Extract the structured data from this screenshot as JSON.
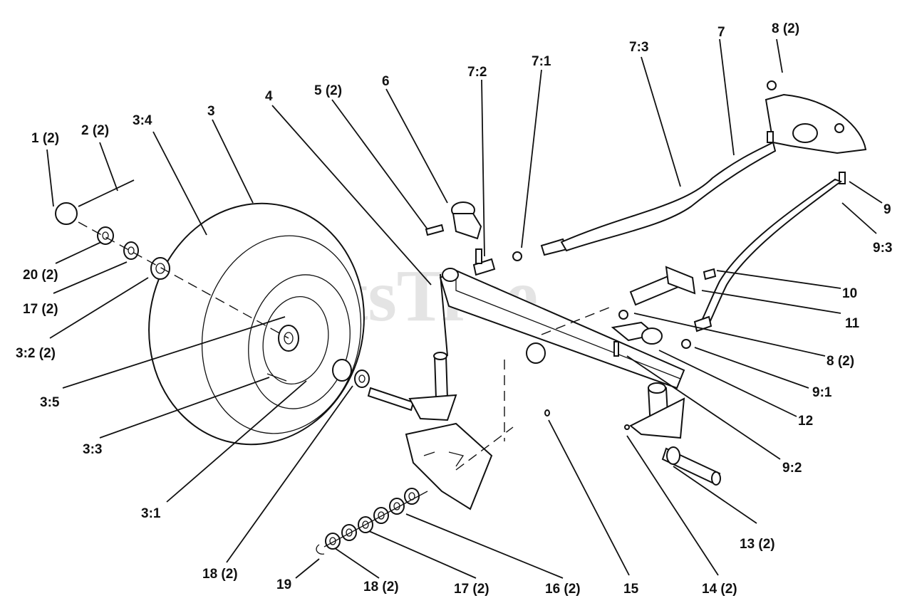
{
  "watermark": "PartsTree",
  "callouts": {
    "c1": "1 (2)",
    "c2": "2 (2)",
    "c3_4": "3:4",
    "c3": "3",
    "c4": "4",
    "c5": "5 (2)",
    "c6": "6",
    "c7_2": "7:2",
    "c7_1": "7:1",
    "c7_3": "7:3",
    "c7": "7",
    "c8_top": "8 (2)",
    "c9": "9",
    "c9_3": "9:3",
    "c10": "10",
    "c11": "11",
    "c8_mid": "8 (2)",
    "c9_1": "9:1",
    "c12": "12",
    "c9_2": "9:2",
    "c13": "13 (2)",
    "c14": "14 (2)",
    "c15": "15",
    "c16": "16 (2)",
    "c17_bot": "17 (2)",
    "c18_bot": "18 (2)",
    "c19": "19",
    "c18_mid": "18 (2)",
    "c3_1": "3:1",
    "c3_3": "3:3",
    "c3_5": "3:5",
    "c3_2": "3:2 (2)",
    "c17_left": "17 (2)",
    "c20": "20 (2)"
  }
}
